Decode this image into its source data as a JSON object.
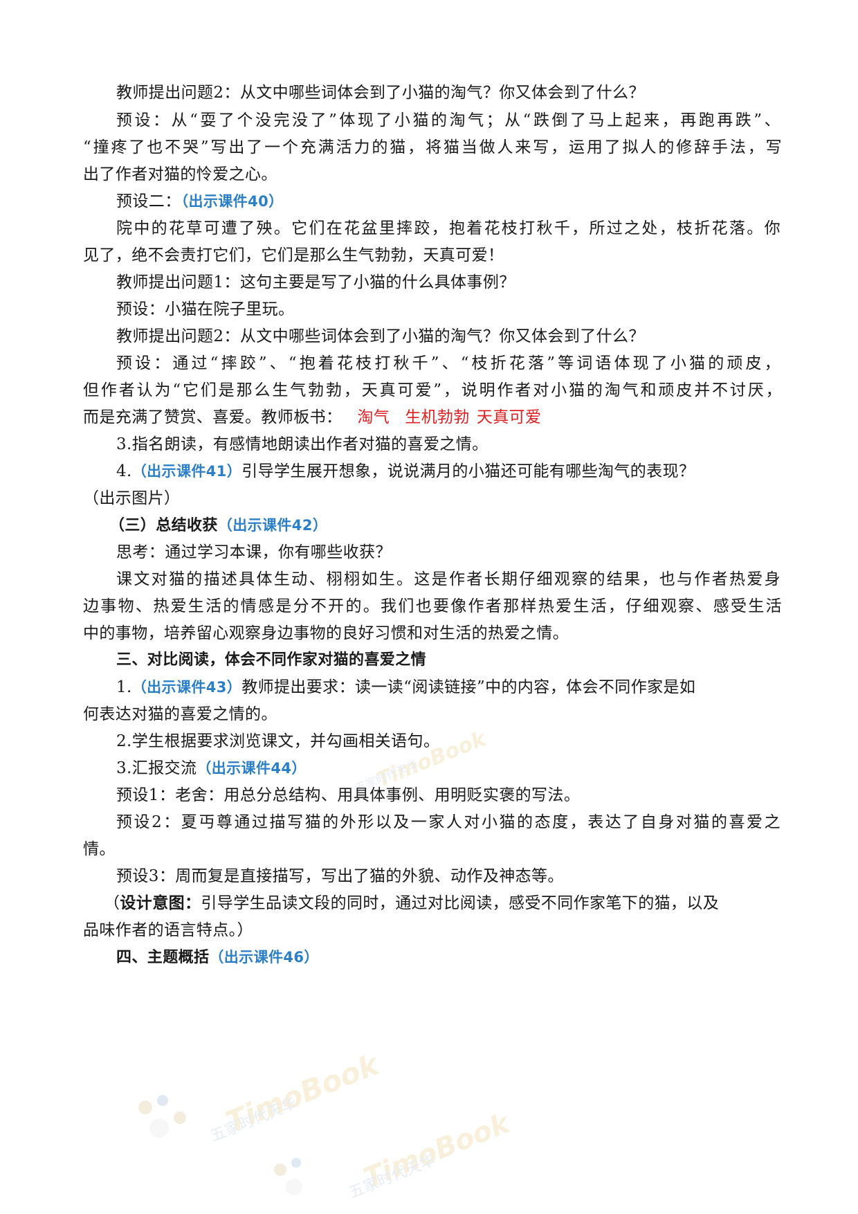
{
  "lines": {
    "l01": "教师提出问题2：从文中哪些词体会到了小猫的淘气？你又体会到了什么？",
    "l02": "预设：从“耍了个没完没了”体现了小猫的淘气；从“跌倒了马上起来，再跑再跌”、",
    "l03": "“撞疼了也不哭”写出了一个充满活力的猫，将猫当做人来写，运用了拟人的修辞手法，写",
    "l04": "出了作者对猫的怜爱之心。",
    "l05_pre": "预设二：",
    "l05_ref": "（出示课件40）",
    "l06": "院中的花草可遭了殃。它们在花盆里摔跤，抱着花枝打秋千，所过之处，枝折花落。你",
    "l07": "见了，绝不会责打它们，它们是那么生气勃勃，天真可爱！",
    "l08": "教师提出问题1：这句主要是写了小猫的什么具体事例？",
    "l09": "预设：小猫在院子里玩。",
    "l10": "教师提出问题2：从文中哪些词体会到了小猫的淘气？你又体会到了什么？",
    "l11": "预设：通过“摔跤”、“抱着花枝打秋千”、“枝折花落”等词语体现了小猫的顽皮，",
    "l12": "但作者认为“它们是那么生气勃勃，天真可爱”，说明作者对小猫的淘气和顽皮并不讨厌，",
    "l13_pre": "而是充满了赞赏、喜爱。教师板书：",
    "l13_red1": "淘气",
    "l13_red2": "生机勃勃",
    "l13_red3": "天真可爱",
    "l14": "3.指名朗读，有感情地朗读出作者对猫的喜爱之情。",
    "l15_pre": "4.",
    "l15_ref": "（出示课件41）",
    "l15_post": "引导学生展开想象，说说满月的小猫还可能有哪些淘气的表现？",
    "l16": "（出示图片）",
    "l17_head": "（三）总结收获",
    "l17_ref": "（出示课件42）",
    "l18": "思考：通过学习本课，你有哪些收获？",
    "l19": "课文对猫的描述具体生动、栩栩如生。这是作者长期仔细观察的结果，也与作者热爱身",
    "l20": "边事物、热爱生活的情感是分不开的。我们也要像作者那样热爱生活，仔细观察、感受生活",
    "l21": "中的事物，培养留心观察身边事物的良好习惯和对生活的热爱之情。",
    "l22": "三、对比阅读，体会不同作家对猫的喜爱之情",
    "l23_pre": "1.",
    "l23_ref": "（出示课件43）",
    "l23_post": "教师提出要求：读一读“阅读链接”中的内容，体会不同作家是如",
    "l24": "何表达对猫的喜爱之情的。",
    "l25": "2.学生根据要求浏览课文，并勾画相关语句。",
    "l26_pre": "3.汇报交流",
    "l26_ref": "（出示课件44）",
    "l27": "预设1：老舍：用总分总结构、用具体事例、用明贬实褒的写法。",
    "l28": "预设2：夏丏尊通过描写猫的外形以及一家人对小猫的态度，表达了自身对猫的喜爱之",
    "l29": "情。",
    "l30": "预设3：周而复是直接描写，写出了猫的外貌、动作及神态等。",
    "l31_open": "（",
    "l31_bold": "设计意图：",
    "l31_post": "引导学生品读文段的同时，通过对比阅读，感受不同作家笔下的猫，以及",
    "l32": "品味作者的语言特点。）",
    "l33_head": "四、主题概括",
    "l33_ref": "（出示课件46）"
  },
  "watermark": {
    "brand": "TimoBook",
    "sub": "五家时代天华"
  },
  "colors": {
    "text": "#1a1a1a",
    "reference_blue": "#2a7fc8",
    "board_red": "#e02020",
    "watermark_gold": "#e0b040"
  }
}
